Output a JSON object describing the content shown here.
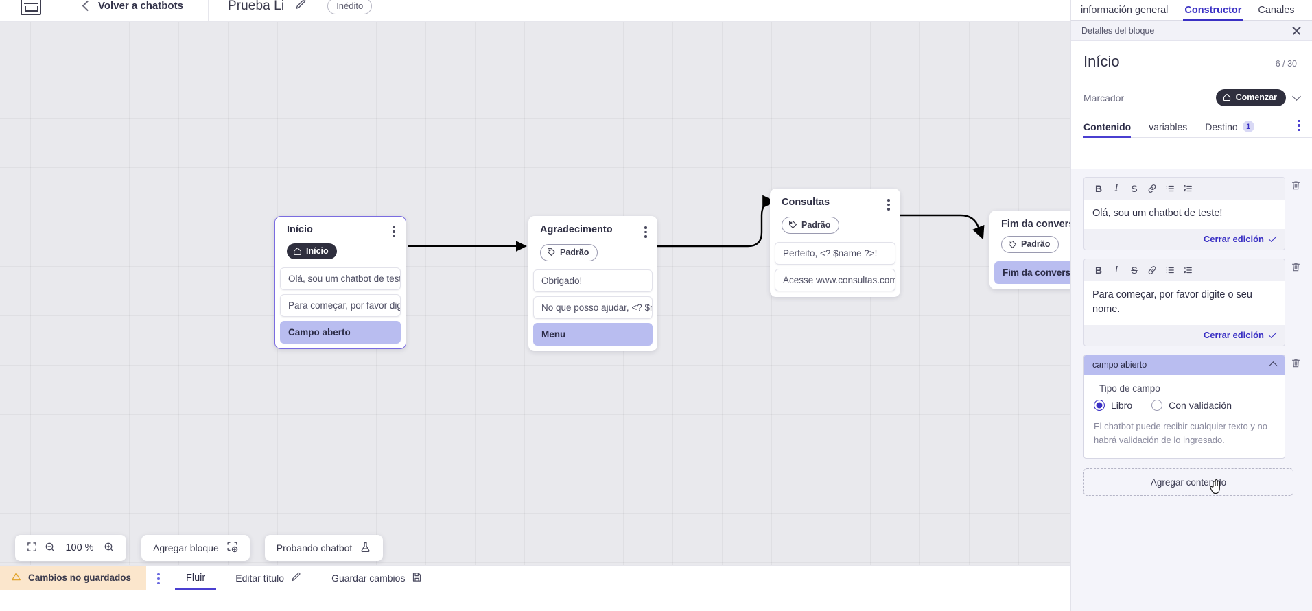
{
  "topbar": {
    "logo_icon": "app-logo-icon",
    "back_icon": "chevron-left-icon",
    "back_label": "Volver a chatbots",
    "title": "Prueba Li",
    "edit_icon": "pencil-icon",
    "status_badge": "Inédito"
  },
  "canvas": {
    "nodes": [
      {
        "title": "Início",
        "tag": {
          "label": "Início",
          "style": "dark",
          "icon": "home-icon"
        },
        "items": [
          {
            "text": "Olá, sou um chatbot de teste!",
            "highlight": false
          },
          {
            "text": "Para começar, por favor digite o ...",
            "highlight": false
          },
          {
            "text": "Campo aberto",
            "highlight": true
          }
        ]
      },
      {
        "title": "Agradecimento",
        "tag": {
          "label": "Padrão",
          "style": "light",
          "icon": "tag-icon"
        },
        "items": [
          {
            "text": "Obrigado!",
            "highlight": false
          },
          {
            "text": "No que posso ajudar, <? $name ...",
            "highlight": false
          },
          {
            "text": "Menu",
            "highlight": true
          }
        ]
      },
      {
        "title": "Consultas",
        "tag": {
          "label": "Padrão",
          "style": "light",
          "icon": "tag-icon"
        },
        "items": [
          {
            "text": "Perfeito, <? $name ?>!",
            "highlight": false
          },
          {
            "text": "Acesse www.consultas.com par...",
            "highlight": false
          }
        ]
      },
      {
        "title": "Fim da conversa",
        "tag": {
          "label": "Padrão",
          "style": "light",
          "icon": "tag-icon"
        },
        "items": [
          {
            "text": "Fim da conversa",
            "highlight": true
          }
        ]
      }
    ]
  },
  "floatbar": {
    "fit_icon": "fit-screen-icon",
    "zoom_out_icon": "zoom-out-icon",
    "zoom_level": "100 %",
    "zoom_in_icon": "zoom-in-icon",
    "add_block_label": "Agregar bloque",
    "add_block_icon": "add-block-icon",
    "test_label": "Probando chatbot",
    "test_icon": "flask-icon"
  },
  "statusbar": {
    "warn_icon": "warning-icon",
    "warn_label": "Cambios no guardados",
    "kebab_icon": "kebab-icon",
    "tabs": [
      {
        "label": "Fluir",
        "active": true
      }
    ],
    "edit_title_label": "Editar título",
    "edit_title_icon": "pencil-icon",
    "save_label": "Guardar cambios",
    "save_icon": "save-icon"
  },
  "panel": {
    "tabs": [
      {
        "label": "información general",
        "active": false
      },
      {
        "label": "Constructor",
        "active": true
      },
      {
        "label": "Canales",
        "active": false
      }
    ],
    "header_label": "Detalles del bloque",
    "close_icon": "close-icon",
    "block_title": "Início",
    "char_count": "6 / 30",
    "marcador_label": "Marcador",
    "marcador_value": "Comenzar",
    "marcador_icon": "home-icon",
    "marcador_chevron": "chevron-down-icon",
    "content_tabs": [
      {
        "label": "Contenido",
        "active": true,
        "badge": null
      },
      {
        "label": "variables",
        "active": false,
        "badge": null
      },
      {
        "label": "Destino",
        "active": false,
        "badge": "1"
      }
    ],
    "overflow_icon": "kebab-icon",
    "editor_toolbar": [
      {
        "name": "bold-icon",
        "glyph": "B"
      },
      {
        "name": "italic-icon",
        "glyph": "I"
      },
      {
        "name": "strikethrough-icon",
        "glyph": "S"
      },
      {
        "name": "link-icon",
        "glyph": "⚭"
      },
      {
        "name": "bullet-list-icon",
        "glyph": "☰"
      },
      {
        "name": "numbered-list-icon",
        "glyph": "☷"
      }
    ],
    "editors": [
      {
        "text": "Olá, sou um chatbot de teste!",
        "close_label": "Cerrar edición",
        "delete_icon": "trash-icon"
      },
      {
        "text": "Para começar, por favor digite o seu nome.",
        "close_label": "Cerrar edición",
        "delete_icon": "trash-icon"
      }
    ],
    "field_block": {
      "title": "campo abierto",
      "collapse_icon": "chevron-up-icon",
      "delete_icon": "trash-icon",
      "type_label": "Tipo de campo",
      "options": [
        {
          "label": "Libro",
          "selected": true
        },
        {
          "label": "Con validación",
          "selected": false
        }
      ],
      "helper": "El chatbot puede recibir cualquier texto y no habrá validación de lo ingresado."
    },
    "add_content_label": "Agregar contenido",
    "cursor_icon": "pointer-hand-cursor"
  },
  "colors": {
    "accent": "#3a30c4",
    "node_highlight": "#b9bdf0",
    "warn_bg": "#fbe6cc",
    "canvas_bg": "#e9e9ed"
  }
}
